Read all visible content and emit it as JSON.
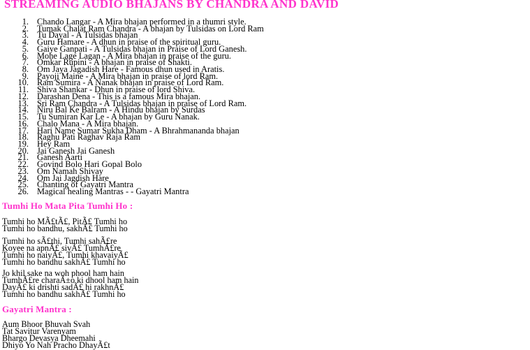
{
  "page": {
    "title": "STREAMING AUDIO BHAJANS BY CHANDRA AND DAVID",
    "accent_color": "#ff33cc"
  },
  "bhajans": [
    {
      "num": "1.",
      "text": "Chando Langar - A Mira bhajan performed in a thumri style."
    },
    {
      "num": "2.",
      "text": "Tumak Chalat Ram Chandra - A bhajan by Tulsidas on Lord Ram"
    },
    {
      "num": "3.",
      "text": "Tu Dayal - A Tulsidas bhajan"
    },
    {
      "num": "4.",
      "text": "Guru Hamare - A dhun in praise of the spiritual guru."
    },
    {
      "num": "5.",
      "text": "Gaiye Ganpati - A Tulsidas bhajan in Praise of Lord Ganesh."
    },
    {
      "num": "6.",
      "text": "Mohe Lage Lagan - A Mira bhajan in praise of the guru."
    },
    {
      "num": "7.",
      "text": "Omkar Rupini - A bhajan in praise of Shakti."
    },
    {
      "num": "8.",
      "text": "Om Jaya Jagadish Hare - Famous dhun used in Aratis."
    },
    {
      "num": "9.",
      "text": "Payoji Maine - A Mira bhajan in praise of lord Ram."
    },
    {
      "num": "10.",
      "text": "Ram Sumira - A Nanak bhajan in praise of Lord Ram."
    },
    {
      "num": "11.",
      "text": "Shiva Shankar - Dhun in praise of lord Shiva."
    },
    {
      "num": "12.",
      "text": "Darashan Dena - This is a famous Mira bhajan."
    },
    {
      "num": "13.",
      "text": "Sri Ram Chandra - A Tulsidas bhajan in praise of Lord Ram."
    },
    {
      "num": "14.",
      "text": "Niru Bal Ke Balram - A Hindu bhajan by Surdas"
    },
    {
      "num": "15.",
      "text": "Tu Sumiran Kar Le - A bhajan by Guru Nanak."
    },
    {
      "num": "16.",
      "text": "Chalo Mana - A Mira bhajan."
    },
    {
      "num": "17.",
      "text": "Hari Name Sumar Sukha Dham - A Bhrahmananda bhajan"
    },
    {
      "num": "18.",
      "text": "Raghu Pati Raghav Raja Ram"
    },
    {
      "num": "19.",
      "text": "Hey Ram"
    },
    {
      "num": "20.",
      "text": "Jai Ganesh Jai Ganesh"
    },
    {
      "num": "21.",
      "text": "Ganesh Aarti"
    },
    {
      "num": "22.",
      "text": "Govind Bolo Hari Gopal Bolo"
    },
    {
      "num": "23.",
      "text": "Om Namah Shivay"
    },
    {
      "num": "24.",
      "text": "Om Jai Jagdish Hare"
    },
    {
      "num": "25.",
      "text": "Chanting of Gayatri Mantra"
    },
    {
      "num": "26.",
      "text": "Magical healing Mantras - - Gayatri Mantra"
    }
  ],
  "tumhi_ho": {
    "heading": "Tumhi Ho Mata Pita Tumhi Ho  :",
    "stanzas": [
      [
        "Tumhi ho MÃ£tÃ£, PitÃ£ Tumhi ho",
        "Tumhi ho bandhu, sakhÃ£ Tumhi ho"
      ],
      [
        "Tumhi ho sÃ£thi, Tumhi sahÃ£re",
        "Koyee na apnÃ£ sivÃ£ TumhÃ£re",
        "Tumhi ho naiyÃ£, Tumhi khavaiyÃ£",
        "Tumhi ho bandhu sakhÃ£ Tumhi ho"
      ],
      [
        "Jo khil sake na woh phool ham hain",
        "TumhÃ£re charaÃ±o ki dhool ham hain",
        "DayÃ£ ki drishti sadÃ£ hi rakhnÃ£",
        "Tumhi ho bandhu sakhÃ£ Tumhi ho"
      ]
    ]
  },
  "gayatri": {
    "heading": "Gayatri Mantra :",
    "lines": [
      "Aum Bhoor Bhuvah Svah",
      "Tat Savitur Varenyam",
      "Bhargo Devasya Dheemahi",
      "Dhiyo Yo Nah Pracho DhayÃ£t"
    ]
  }
}
